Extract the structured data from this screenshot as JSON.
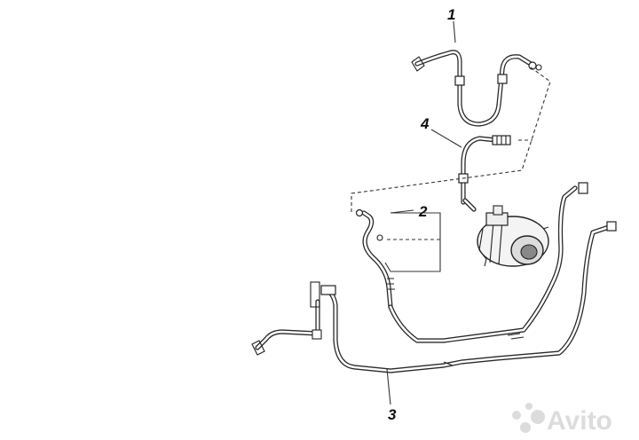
{
  "diagram": {
    "callouts": [
      {
        "id": "1",
        "label": "1"
      },
      {
        "id": "2",
        "label": "2"
      },
      {
        "id": "3",
        "label": "3"
      },
      {
        "id": "4",
        "label": "4"
      }
    ],
    "watermark": {
      "text": "Avito"
    },
    "colors": {
      "line": "#2a2a2a",
      "background": "#ffffff",
      "watermark": "#dcdcdc"
    },
    "icons": [
      "compressor-icon",
      "avito-logo-icon"
    ]
  }
}
